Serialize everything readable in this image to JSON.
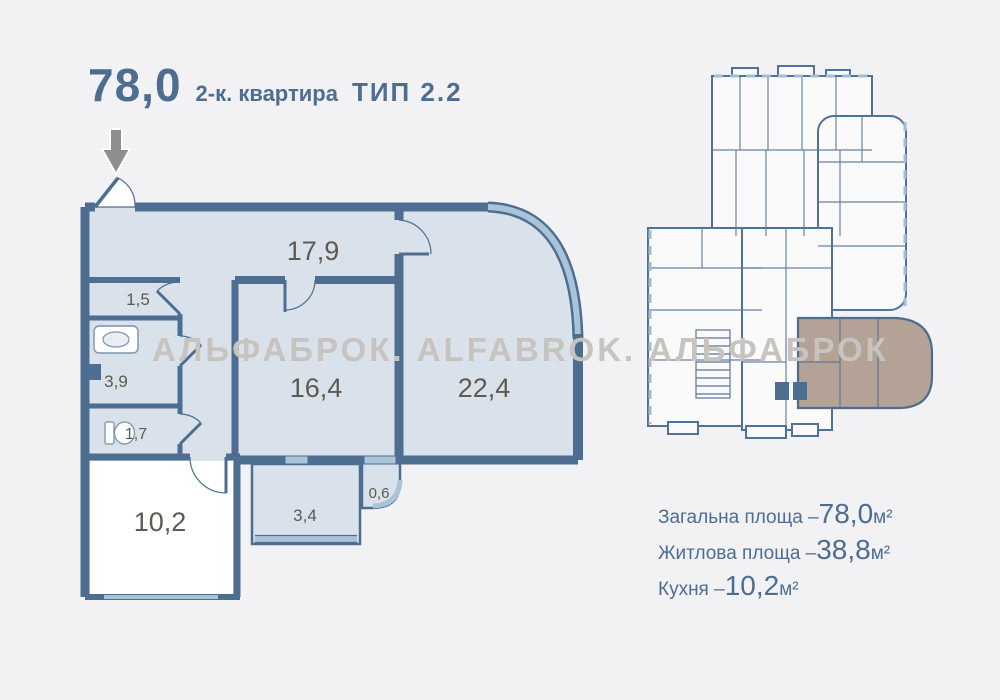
{
  "header": {
    "area_value": "78,0",
    "subtitle": "2-к. квартира",
    "type_label": "ТИП 2.2"
  },
  "icons": {
    "entrance_arrow": "down-arrow"
  },
  "watermark": "АЛЬФАБРОК. ALFABROK. АЛЬФАБРОК",
  "floor_plan": {
    "room_labels": {
      "hallway": "17,9",
      "closet": "1,5",
      "bathroom": "3,9",
      "wc": "1,7",
      "bedroom": "16,4",
      "living_room": "22,4",
      "kitchen": "10,2",
      "balcony": "3,4",
      "balcony_small": "0,6"
    }
  },
  "summary": {
    "lines": [
      {
        "label": "Загальна площа – ",
        "value": "78,0",
        "unit": " м²"
      },
      {
        "label": "Житлова площа – ",
        "value": "38,8",
        "unit": "м²"
      },
      {
        "label": "Кухня – ",
        "value": "10,2",
        "unit": " м²"
      }
    ]
  },
  "colors": {
    "wall": "#4d6e91",
    "room_fill": "#d9e1eb",
    "window": "#a9c3d9",
    "highlight": "#b3a295",
    "background": "#f2f1f3",
    "label_text": "#5e5a50",
    "watermark_text": "#c7c3be",
    "title_text": "#4d6e91",
    "arrow": "#8e8e91"
  }
}
